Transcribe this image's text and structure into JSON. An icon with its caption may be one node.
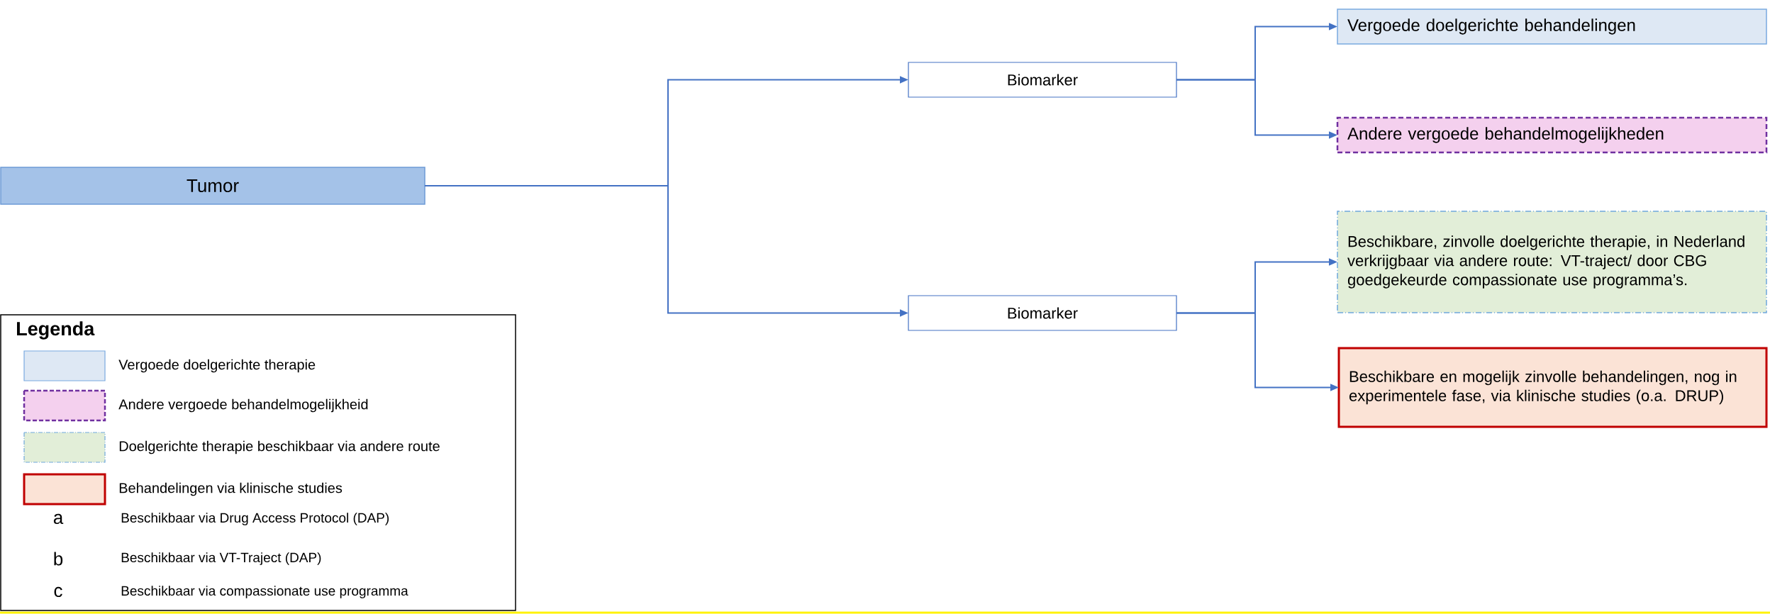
{
  "diagram": {
    "nodes": [
      {
        "text": [
          "Tumor"
        ]
      },
      {
        "text": [
          "Biomarker"
        ]
      },
      {
        "text": [
          "Biomarker"
        ]
      },
      {
        "text": [
          "Vergoede doelgerichte behandelingen"
        ]
      },
      {
        "text": [
          "Andere vergoede behandelmogelijkheden"
        ]
      },
      {
        "text": [
          "Beschikbare, zinvolle doelgerichte therapie, in Nederland verkrijgbaar via andere route: VT-traject/ door CBG goedgekeurde compassionate use programma’s."
        ]
      },
      {
        "text": [
          "Beschikbare en mogelijk zinvolle behandelingen, nog in experimentele fase, via klinische studies (o.a. DRUP)"
        ]
      }
    ],
    "edges": [
      {
        "from": 0,
        "to": 1,
        "arrow": "to"
      },
      {
        "from": 0,
        "to": 2,
        "arrow": "to"
      },
      {
        "from": 1,
        "to": 3,
        "arrow": "to"
      },
      {
        "from": 1,
        "to": 4,
        "arrow": "to"
      },
      {
        "from": 2,
        "to": 5,
        "arrow": "to"
      },
      {
        "from": 2,
        "to": 6,
        "arrow": "to"
      }
    ],
    "labels": [
      "Legenda",
      "a",
      "Beschikbaar via Drug Access Protocol (DAP)",
      "b",
      "Beschikbaar via VT-Traject (DAP)",
      "c",
      "Beschikbaar via compassionate use programma"
    ],
    "legend": [
      {
        "text": "Vergoede doelgerichte therapie",
        "color": "#dee8f4"
      },
      {
        "text": "Andere vergoede behandelmogelijkheid",
        "color": "#f4d0ee"
      },
      {
        "text": "Doelgerichte therapie beschikbaar via andere route",
        "color": "#e2eed8"
      },
      {
        "text": "Behandelingen via klinische studies",
        "color": "#fbe3d6"
      }
    ]
  }
}
